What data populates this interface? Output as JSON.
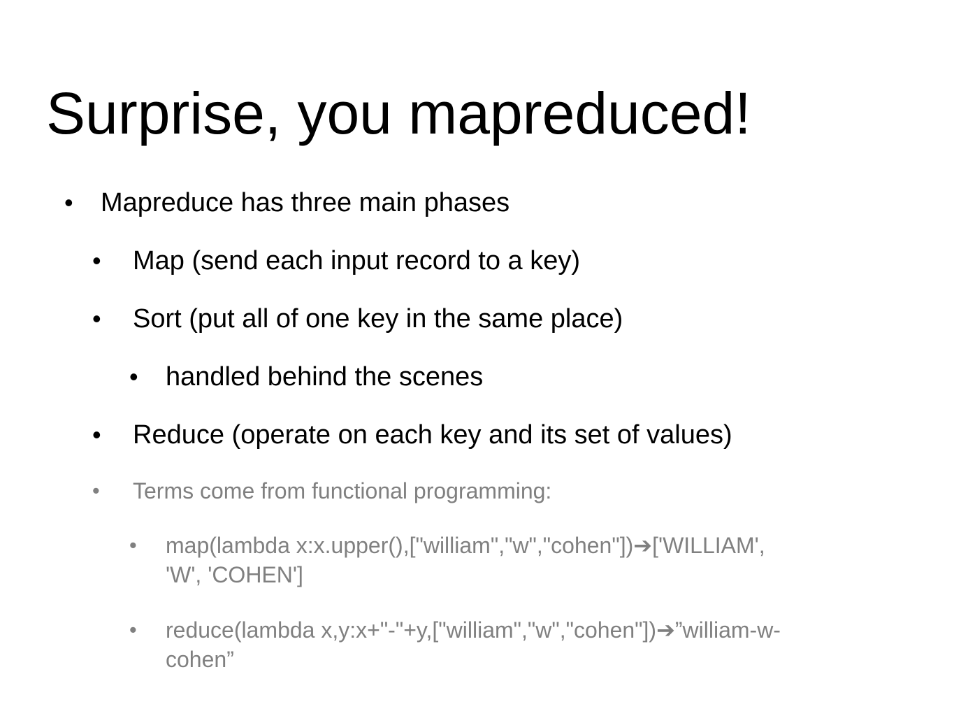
{
  "slide": {
    "title": "Surprise, you mapreduced!",
    "bullets": {
      "b1": "Mapreduce has three main phases",
      "b2": "Map (send each input record to a key)",
      "b3": "Sort (put all of one key in the same place)",
      "b4": "handled behind the scenes",
      "b5": "Reduce (operate on each key and its set of values)",
      "b6": "Terms come from functional programming:",
      "b7_part1": "map(lambda x:x.upper(),[\"william\",\"w\",\"cohen\"])",
      "b7_part2": "['WILLIAM',",
      "b7_line2": "'W', 'COHEN']",
      "b8_part1": "reduce(lambda x,y:x+\"-\"+y,[\"william\",\"w\",\"cohen\"])",
      "b8_part2": "”william-w-",
      "b8_line2": "cohen”"
    },
    "bullet_glyph": "•",
    "arrow_glyph": "➔",
    "colors": {
      "primary_text": "#000000",
      "secondary_text": "#808080"
    }
  }
}
